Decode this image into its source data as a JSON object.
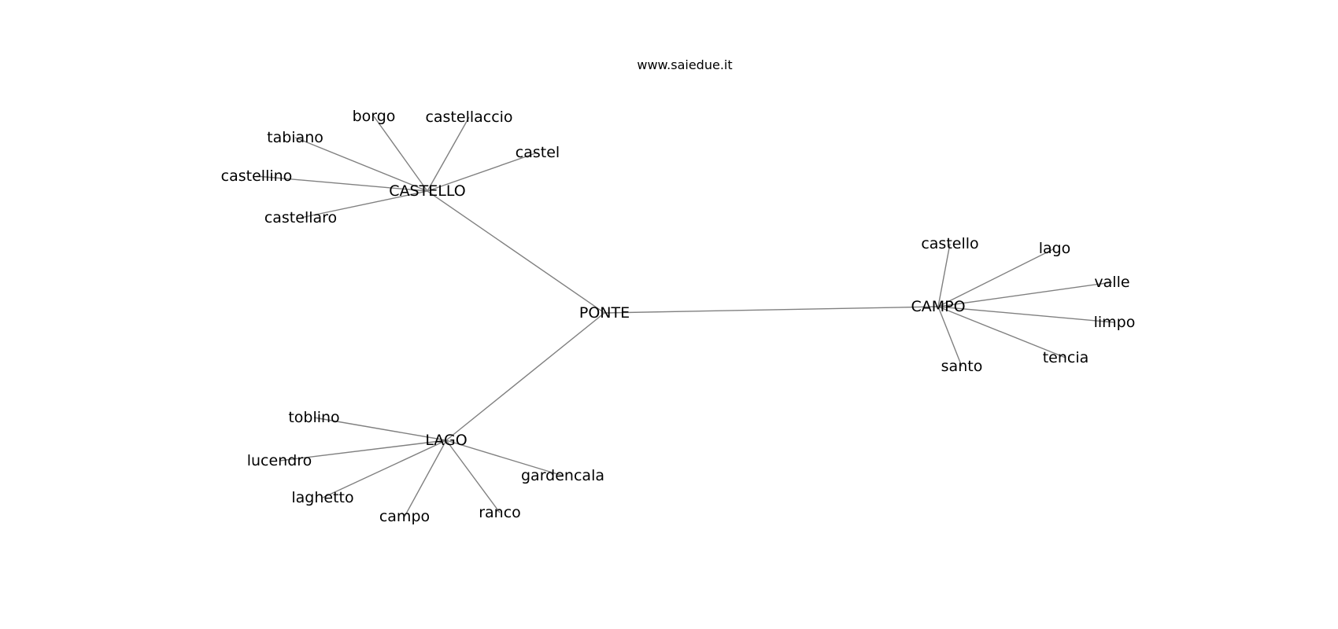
{
  "site_title": "www.saiedue.it",
  "edge_color": "#808080",
  "text_color": "#000000",
  "nodes": {
    "ponte": "PONTE",
    "castello_hub": "CASTELLO",
    "lago_hub": "LAGO",
    "campo_hub": "CAMPO",
    "borgo": "borgo",
    "castellaccio": "castellaccio",
    "tabiano": "tabiano",
    "castel": "castel",
    "castellino": "castellino",
    "castellaro": "castellaro",
    "toblino": "toblino",
    "lucendro": "lucendro",
    "laghetto": "laghetto",
    "campo": "campo",
    "ranco": "ranco",
    "gardencala": "gardencala",
    "castello": "castello",
    "lago": "lago",
    "valle": "valle",
    "limpo": "limpo",
    "tencia": "tencia",
    "santo": "santo"
  },
  "edges": [
    [
      "ponte",
      "castello_hub"
    ],
    [
      "ponte",
      "lago_hub"
    ],
    [
      "ponte",
      "campo_hub"
    ],
    [
      "castello_hub",
      "borgo"
    ],
    [
      "castello_hub",
      "castellaccio"
    ],
    [
      "castello_hub",
      "tabiano"
    ],
    [
      "castello_hub",
      "castel"
    ],
    [
      "castello_hub",
      "castellino"
    ],
    [
      "castello_hub",
      "castellaro"
    ],
    [
      "lago_hub",
      "toblino"
    ],
    [
      "lago_hub",
      "lucendro"
    ],
    [
      "lago_hub",
      "laghetto"
    ],
    [
      "lago_hub",
      "campo"
    ],
    [
      "lago_hub",
      "ranco"
    ],
    [
      "lago_hub",
      "gardencala"
    ],
    [
      "campo_hub",
      "castello"
    ],
    [
      "campo_hub",
      "lago"
    ],
    [
      "campo_hub",
      "valle"
    ],
    [
      "campo_hub",
      "limpo"
    ],
    [
      "campo_hub",
      "tencia"
    ],
    [
      "campo_hub",
      "santo"
    ]
  ]
}
